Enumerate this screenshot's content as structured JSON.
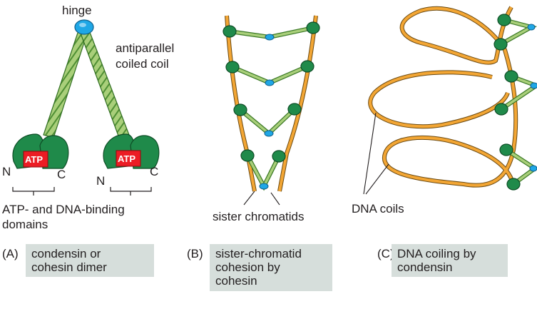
{
  "panel_a": {
    "letter": "(A)",
    "caption": "condensin or\ncohesin dimer",
    "hinge": "hinge",
    "coiled_coil": "antiparallel\ncoiled coil",
    "atp": "ATP",
    "n_terminus": "N",
    "c_terminus": "C",
    "domains": "ATP- and DNA-binding\ndomains"
  },
  "panel_b": {
    "letter": "(B)",
    "caption": "sister-chromatid\ncohesion by\ncohesin",
    "chromatids": "sister chromatids"
  },
  "panel_c": {
    "letter": "(C)",
    "caption": "DNA coiling by\ncondensin",
    "coils": "DNA coils"
  },
  "colors": {
    "coil_green": "#a9cf7a",
    "head_green": "#1f8a4a",
    "atp_red": "#ec1c24",
    "hinge_blue": "#1fa7e6",
    "dna_orange": "#f3a634",
    "caption_box": "#d6dedb"
  }
}
